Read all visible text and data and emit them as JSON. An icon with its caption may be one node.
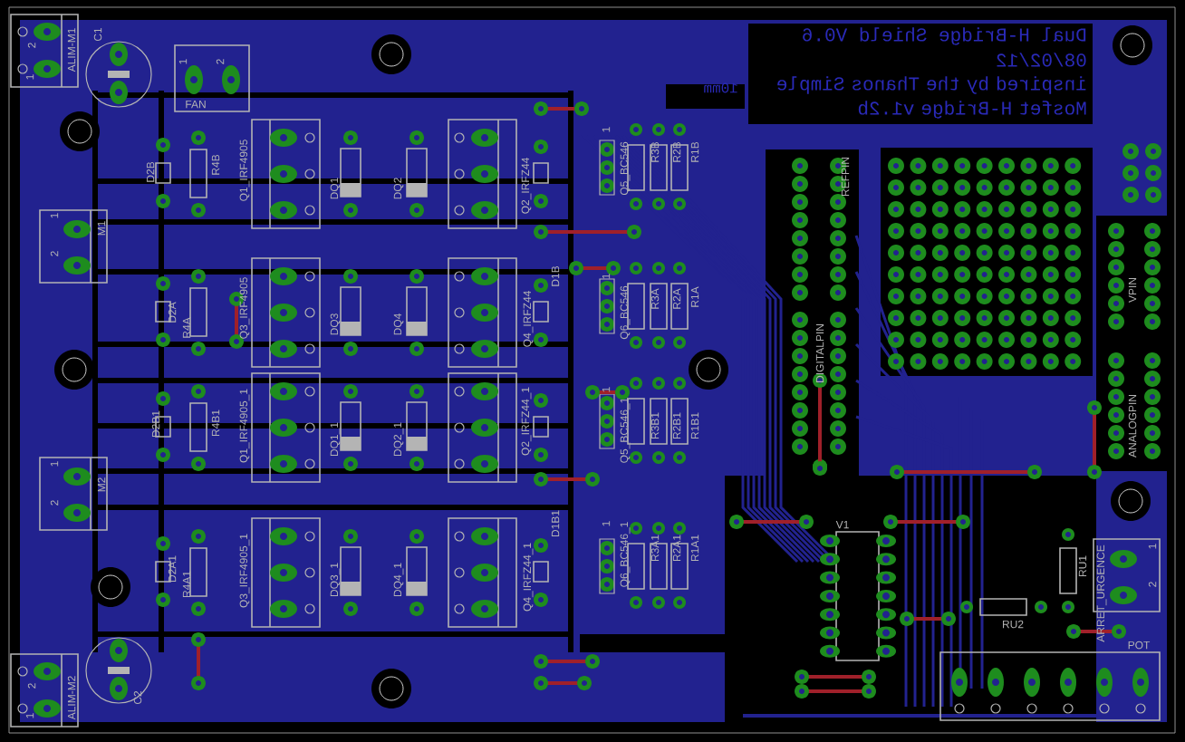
{
  "diagram": {
    "labels": [
      "Dual H-Bridge Shield V0.6",
      "08/02/12",
      "inspired by the Thanos Simple Mosfet H-Bridge v1.2b",
      "10mm",
      "2",
      "1",
      "ALIM-M1",
      "C1",
      "1",
      "2",
      "FAN",
      "D2B",
      "R4B",
      "Q1_IRF4905",
      "DQ1",
      "DQ2",
      "Q2_IRFZ44",
      "1",
      "Q5_BC546",
      "R3B",
      "R2B",
      "R1B",
      "REFPIN",
      "1",
      "M1",
      "2",
      "D2A",
      "R4A",
      "Q3_IRF4905",
      "DQ3",
      "DQ4",
      "D1B",
      "Q4_IRFZ44",
      "1",
      "Q6_BC546",
      "R3A",
      "R2A",
      "R1A",
      "DIGITALPIN",
      "VPIN",
      "D2B1",
      "R4B1",
      "Q1_IRF4905_1",
      "DQ1_1",
      "DQ2_1",
      "Q2_IRFZ44_1",
      "1",
      "Q5_BC546_1",
      "R3B1",
      "R2B1",
      "R1B1",
      "ANALOGPIN",
      "1",
      "M2",
      "2",
      "D2A1",
      "R4A1",
      "Q3_IRF4905_1",
      "DQ3_1",
      "DQ4_1",
      "D1B1",
      "Q4_IRFZ44_1",
      "1",
      "Q6_BC546_1",
      "R3A1",
      "R2A1",
      "R1A1",
      "V1",
      "RU1",
      "1",
      "2",
      "ARRET_URGENCE",
      "RU2",
      "POT",
      "C2",
      "2",
      "1",
      "ALIM-M2"
    ]
  }
}
